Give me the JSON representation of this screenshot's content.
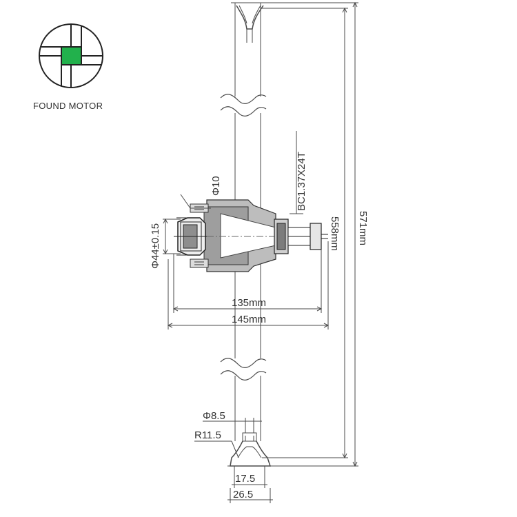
{
  "brand": {
    "name": "FOUND MOTOR",
    "logo_accent_color": "#22b14c"
  },
  "drawing": {
    "dimensions": {
      "phi10": "Φ10",
      "spline": "BC1.37X24T",
      "phi44": "Φ44±0.15",
      "d558": "558mm",
      "d571": "571mm",
      "d135": "135mm",
      "d145": "145mm",
      "phi8_5": "Φ8.5",
      "r11_5": "R11.5",
      "d17_5": "17.5",
      "d26_5": "26.5"
    },
    "line_color": "#4a4a4a"
  }
}
